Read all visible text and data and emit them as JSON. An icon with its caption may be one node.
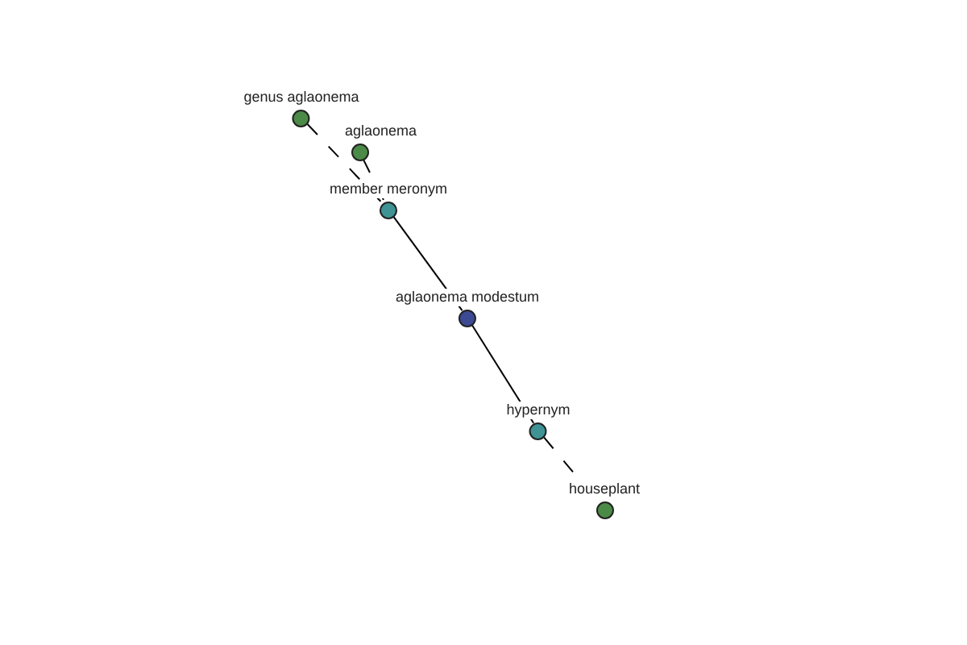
{
  "diagram": {
    "nodes": [
      {
        "text": [
          "genus aglaonema"
        ]
      },
      {
        "text": [
          "aglaonema"
        ]
      },
      {
        "text": [
          "member meronym"
        ]
      },
      {
        "text": [
          "aglaonema modestum"
        ]
      },
      {
        "text": [
          "hypernym"
        ]
      },
      {
        "text": [
          "houseplant"
        ]
      }
    ],
    "edges": [
      {
        "from": 0,
        "to": 2,
        "arrow": "none",
        "style": "dashed"
      },
      {
        "from": 1,
        "to": 2,
        "arrow": "none",
        "style": "dashed"
      },
      {
        "from": 2,
        "to": 3,
        "arrow": "none"
      },
      {
        "from": 3,
        "to": 4,
        "arrow": "none"
      },
      {
        "from": 4,
        "to": 5,
        "arrow": "none",
        "style": "dashed"
      }
    ]
  }
}
